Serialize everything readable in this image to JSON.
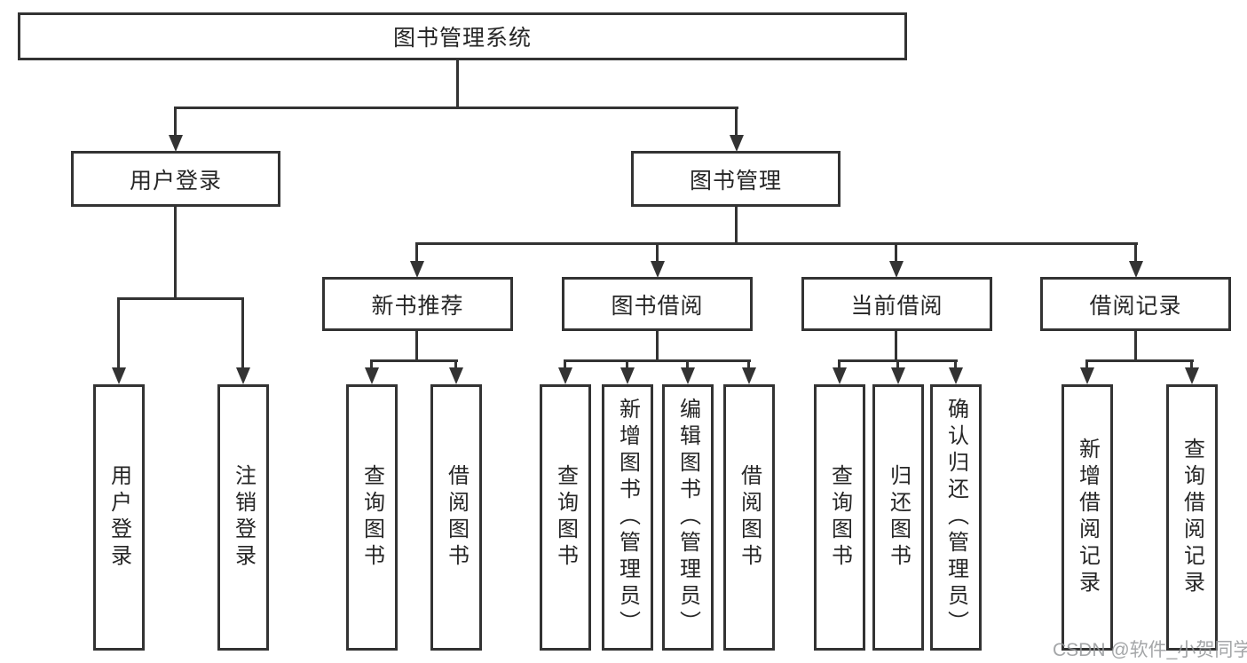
{
  "tree": {
    "root": {
      "label": "图书管理系统",
      "children": [
        {
          "label": "用户登录",
          "children": [
            {
              "label": "用户登录"
            },
            {
              "label": "注销登录"
            }
          ]
        },
        {
          "label": "图书管理",
          "children": [
            {
              "label": "新书推荐",
              "children": [
                {
                  "label": "查询图书"
                },
                {
                  "label": "借阅图书"
                }
              ]
            },
            {
              "label": "图书借阅",
              "children": [
                {
                  "label": "查询图书"
                },
                {
                  "label": "新增图书（管理员）"
                },
                {
                  "label": "编辑图书（管理员）"
                },
                {
                  "label": "借阅图书"
                }
              ]
            },
            {
              "label": "当前借阅",
              "children": [
                {
                  "label": "查询图书"
                },
                {
                  "label": "归还图书"
                },
                {
                  "label": "确认归还（管理员）"
                }
              ]
            },
            {
              "label": "借阅记录",
              "children": [
                {
                  "label": "新增借阅记录"
                },
                {
                  "label": "查询借阅记录"
                }
              ]
            }
          ]
        }
      ]
    }
  },
  "watermark": {
    "text": "CSDN @软件_小贺同学"
  },
  "colors": {
    "line": "#333333",
    "text": "#262626",
    "watermark": "#969699",
    "background": "#ffffff"
  }
}
